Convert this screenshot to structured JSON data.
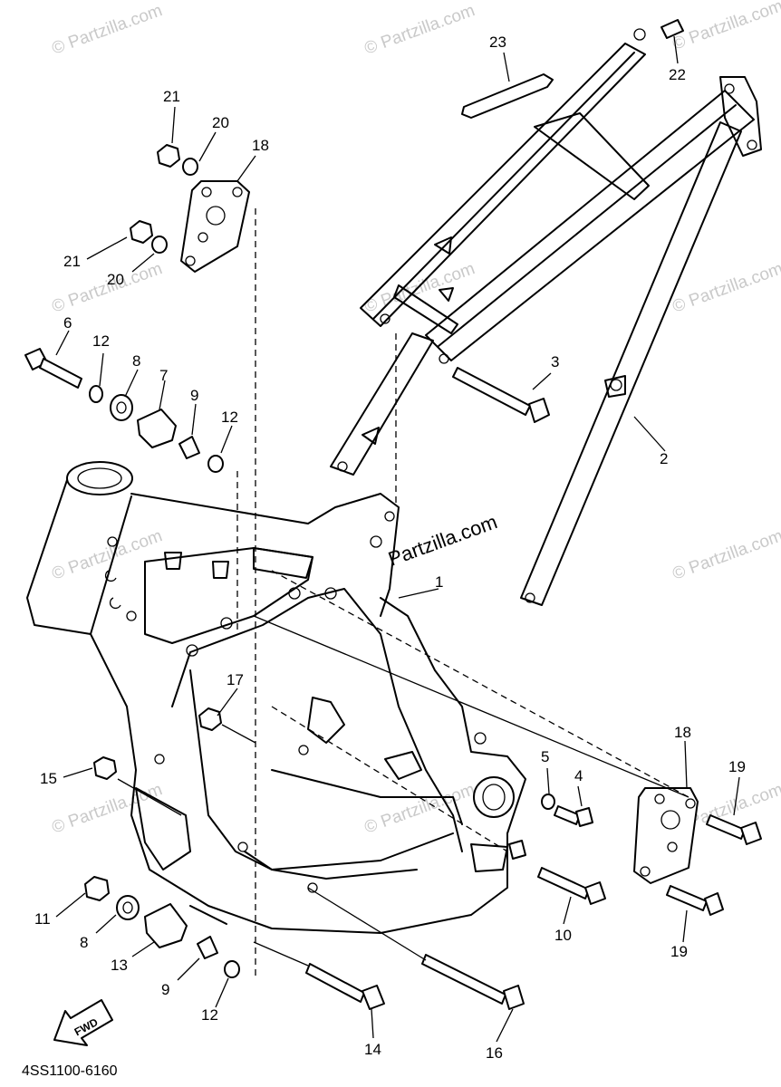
{
  "watermark": "© Partzilla.com",
  "brand_text": "Partzilla.com",
  "diagram_code": "4SS1100-6160",
  "fwd_label": "FWD",
  "labels": [
    "1",
    "2",
    "3",
    "4",
    "5",
    "6",
    "7",
    "8",
    "8",
    "9",
    "9",
    "10",
    "11",
    "12",
    "12",
    "12",
    "13",
    "14",
    "15",
    "16",
    "17",
    "18",
    "18",
    "19",
    "19",
    "20",
    "20",
    "21",
    "21",
    "22",
    "23"
  ]
}
